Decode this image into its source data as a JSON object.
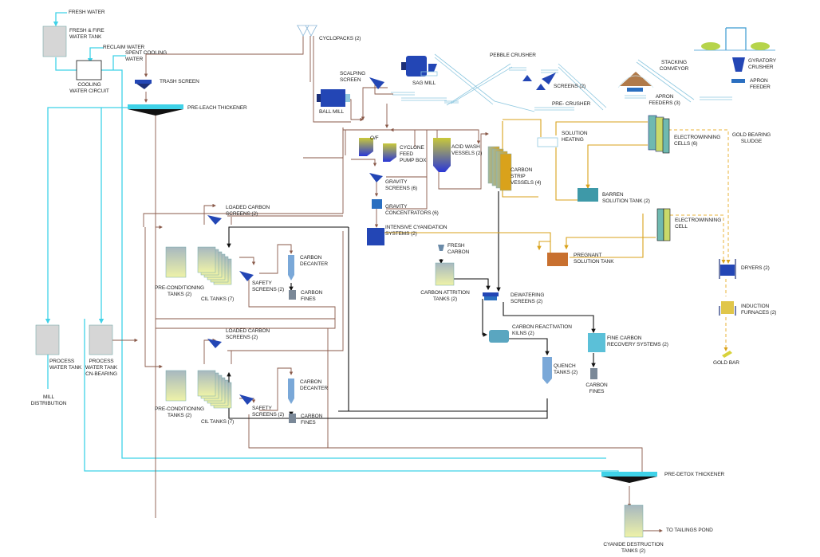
{
  "title": "Gold Processing Plant Flowsheet",
  "colors": {
    "water": "#3fd2e8",
    "slurry": "#8a5a4a",
    "carbon": "#111111",
    "solution": "#d9a21b",
    "gold": "#e8b33a",
    "equipment_blue": "#2346b5",
    "tank_grey": "#d6d6d6"
  },
  "labels": {
    "fresh_water": "FRESH WATER",
    "fresh_fire_tank": "FRESH & FIRE\nWATER TANK",
    "reclaim_water": "RECLAIM WATER",
    "spent_cooling": "SPENT COOLING\nWATER",
    "cooling_circuit": "COOLING\nWATER CIRCUIT",
    "trash_screen": "TRASH SCREEN",
    "pre_leach_thickener": "PRE-LEACH THICKENER",
    "cyclopacks": "CYCLOPACKS (2)",
    "scalping_screen": "SCALPING\nSCREEN",
    "sag_mill": "SAG MILL",
    "ball_mill": "BALL MILL",
    "pebble_crusher": "PEBBLE CRUSHER",
    "screens": "SCREENS (2)",
    "pre_crusher": "PRE- CRUSHER",
    "apron_feeders": "APRON\nFEEDERS (3)",
    "stacking_conveyor": "STACKING\nCONVEYOR",
    "gyratory_crusher": "GYRATORY\nCRUSHER",
    "apron_feeder": "APRON\nFEEDER",
    "of": "O/F",
    "cyclone_feed": "CYCLONE\nFEED\nPUMP BOX",
    "acid_wash": "ACID WASH\nVESSELS (2)",
    "carbon_strip": "CARBON\nSTRIP\nVESSELS (4)",
    "solution_heating": "SOLUTION\nHEATING",
    "ew_cells": "ELECTROWINNING\nCELLS (6)",
    "gold_sludge": "GOLD BEARING\nSLUDGE",
    "gravity_screens": "GRAVITY\nSCREENS (6)",
    "gravity_conc": "GRAVITY\nCONCENTRATORS (6)",
    "intensive_cyan": "INTENSIVE CYANIDATION\nSYSTEMS (2)",
    "barren_tank": "BARREN\nSOLUTION TANK (2)",
    "ew_cell": "ELECTROWINNING\nCELL",
    "pregnant_tank": "PREGNANT\nSOLUTION TANK",
    "dryers": "DRYERS (2)",
    "induction_furnaces": "INDUCTION\nFURNACES (2)",
    "gold_bar": "GOLD BAR",
    "fresh_carbon": "FRESH\nCARBON",
    "carbon_attrition": "CARBON ATTRITION\nTANKS (2)",
    "dewatering": "DEWATERING\nSCREENS (2)",
    "reactivation": "CARBON REACTIVATION\nKILNS (2)",
    "quench": "QUENCH\nTANKS (2)",
    "fine_carbon": "FINE CARBON\nRECOVERY SYSTEMS (2)",
    "carbon_fines": "CARBON\nFINES",
    "loaded_carbon_1": "LOADED CARBON\nSCREENS (2)",
    "preconditioning_1": "PRE-CONDITIONING\nTANKS (2)",
    "cil_tanks_1": "CIL TANKS (7)",
    "safety_screens_1": "SAFETY\nSCREENS (2)",
    "carbon_decanter_1": "CARBON\nDECANTER",
    "carbon_fines_1": "CARBON\nFINES",
    "loaded_carbon_2": "LOADED CARBON\nSCREENS (2)",
    "preconditioning_2": "PRE-CONDITIONING\nTANKS (2)",
    "cil_tanks_2": "CIL TANKS (7)",
    "safety_screens_2": "SAFETY\nSCREENS (2)",
    "carbon_decanter_2": "CARBON\nDECANTER",
    "carbon_fines_2": "CARBON\nFINES",
    "process_water_tank": "PROCESS\nWATER TANK",
    "process_water_cn": "PROCESS\nWATER TANK\nCN-BEARING",
    "mill_distribution": "MILL\nDISTRIBUTION",
    "pre_detox_thickener": "PRE-DETOX THICKENER",
    "cyanide_destruction": "CYANIDE DESTRUCTION\nTANKS (2)",
    "to_tailings": "TO TAILINGS POND"
  }
}
